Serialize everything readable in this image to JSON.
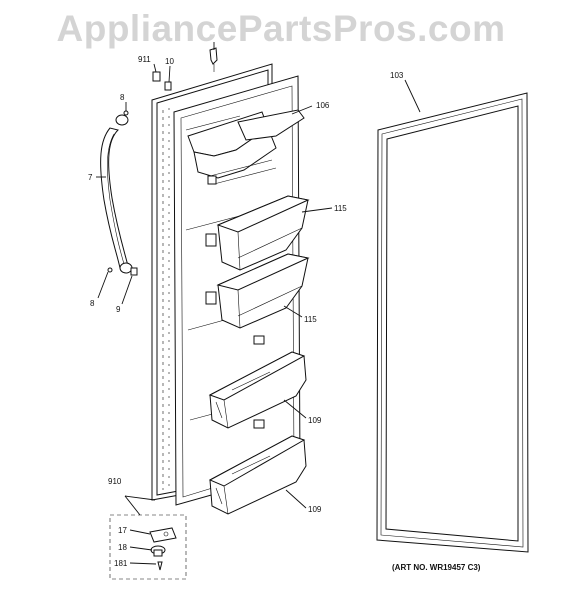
{
  "watermark": "AppliancePartsPros.com",
  "art_number": "(ART NO. WR19457 C3)",
  "callouts": {
    "c911": "911",
    "c10": "10",
    "c103": "103",
    "c8a": "8",
    "c106": "106",
    "c7": "7",
    "c115a": "115",
    "c8b": "8",
    "c9": "9",
    "c115b": "115",
    "c109a": "109",
    "c910": "910",
    "c109b": "109",
    "c17": "17",
    "c18": "18",
    "c181": "181"
  }
}
